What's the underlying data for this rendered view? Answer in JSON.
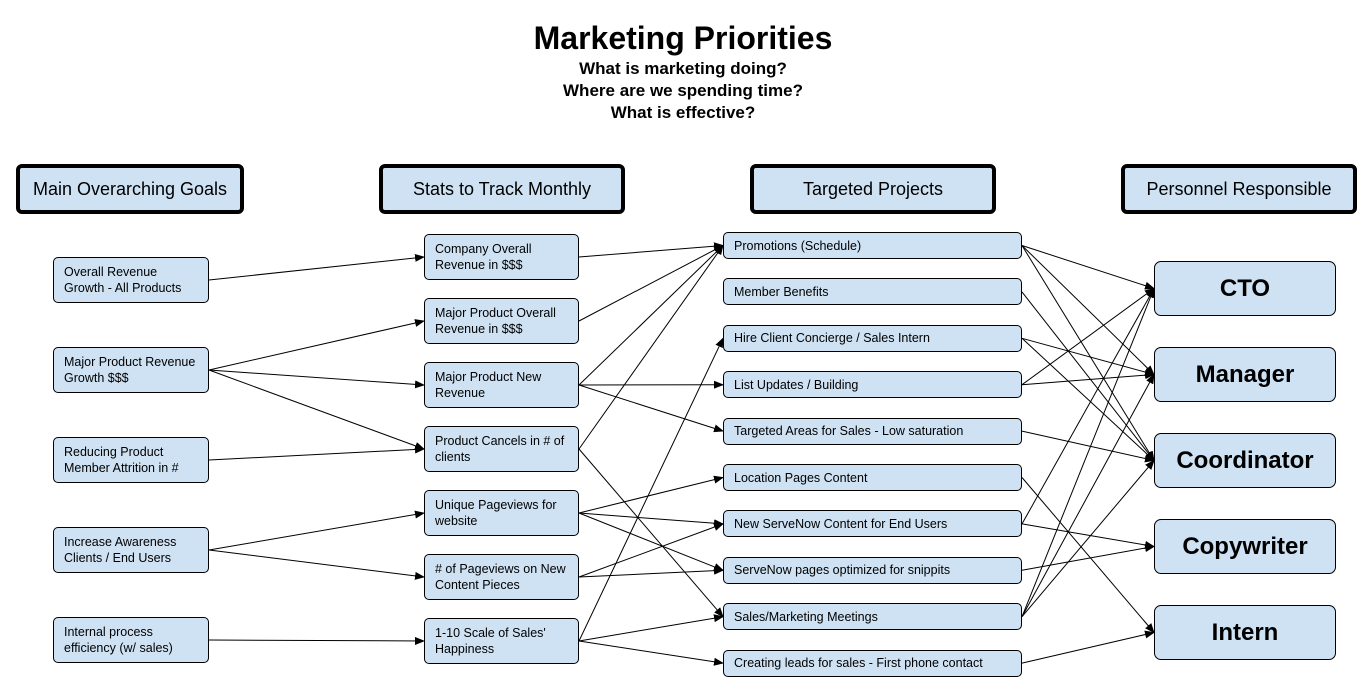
{
  "title": "Marketing Priorities",
  "subtitle_lines": [
    "What is marketing doing?",
    "Where are we spending time?",
    "What is effective?"
  ],
  "headers": {
    "goals": "Main Overarching Goals",
    "stats": "Stats to Track Monthly",
    "projects": "Targeted Projects",
    "personnel": "Personnel Responsible"
  },
  "goals": [
    "Overall Revenue Growth - All Products",
    "Major Product Revenue Growth $$$",
    "Reducing Product Member Attrition in #",
    "Increase Awareness Clients / End Users",
    "Internal process efficiency (w/ sales)"
  ],
  "stats": [
    "Company Overall Revenue in $$$",
    "Major Product Overall Revenue in $$$",
    "Major Product New Revenue",
    "Product Cancels in # of clients",
    "Unique Pageviews for website",
    "# of Pageviews on New Content Pieces",
    "1-10 Scale of Sales' Happiness"
  ],
  "projects": [
    "Promotions (Schedule)",
    "Member Benefits",
    "Hire Client Concierge / Sales Intern",
    "List Updates / Building",
    "Targeted Areas for Sales - Low saturation",
    "Location Pages Content",
    "New ServeNow Content for End Users",
    "ServeNow pages optimized for snippits",
    "Sales/Marketing Meetings",
    "Creating leads for sales - First phone contact"
  ],
  "personnel": [
    "CTO",
    "Manager",
    "Coordinator",
    "Copywriter",
    "Intern"
  ],
  "colors": {
    "box_fill": "#cfe2f3",
    "border": "#000000",
    "arrow": "#000000"
  }
}
